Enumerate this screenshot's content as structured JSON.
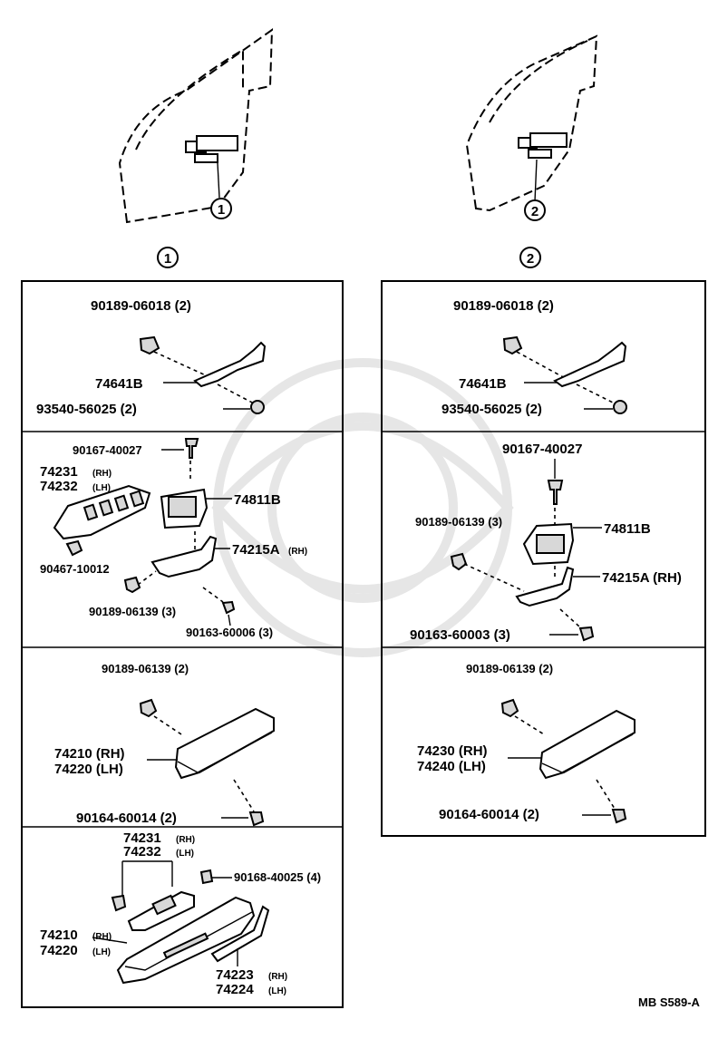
{
  "callouts": {
    "front": "1",
    "rear": "2"
  },
  "footer": {
    "code": "MB S589-A"
  },
  "left": {
    "sec1": {
      "p1": "90189-06018 (2)",
      "p2": "74641B",
      "p3": "93540-56025 (2)"
    },
    "sec2": {
      "p1": "90167-40027",
      "p2a": "74231",
      "p2a_tag": "(RH)",
      "p2b": "74232",
      "p2b_tag": "(LH)",
      "p3": "74811B",
      "p4": "74215A",
      "p4_tag": "(RH)",
      "p5": "90467-10012",
      "p6": "90189-06139 (3)",
      "p7": "90163-60006 (3)"
    },
    "sec3": {
      "p1": "90189-06139 (2)",
      "p2a": "74210 (RH)",
      "p2b": "74220 (LH)",
      "p3": "90164-60014 (2)"
    },
    "sec4": {
      "p1a": "74231",
      "p1a_tag": "(RH)",
      "p1b": "74232",
      "p1b_tag": "(LH)",
      "p2": "90168-40025 (4)",
      "p3a": "74210",
      "p3a_tag": "(RH)",
      "p3b": "74220",
      "p3b_tag": "(LH)",
      "p4a": "74223",
      "p4a_tag": "(RH)",
      "p4b": "74224",
      "p4b_tag": "(LH)"
    }
  },
  "right": {
    "sec1": {
      "p1": "90189-06018 (2)",
      "p2": "74641B",
      "p3": "93540-56025 (2)"
    },
    "sec2": {
      "p1": "90167-40027",
      "p2": "90189-06139 (3)",
      "p3": "74811B",
      "p4": "74215A (RH)",
      "p5": "90163-60003 (3)"
    },
    "sec3": {
      "p1": "90189-06139 (2)",
      "p2a": "74230 (RH)",
      "p2b": "74240 (LH)",
      "p3": "90164-60014 (2)"
    }
  }
}
